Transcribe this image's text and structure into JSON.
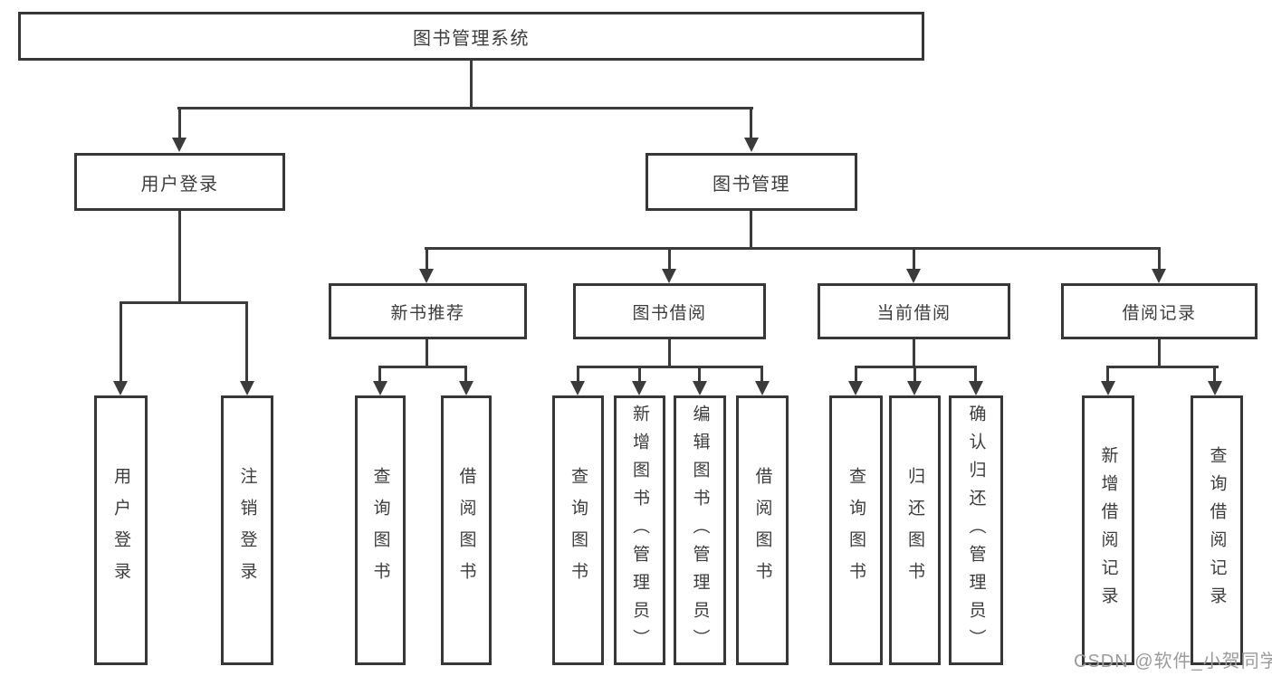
{
  "diagram": {
    "root": {
      "label": "图书管理系统"
    },
    "level2": {
      "userLogin": {
        "label": "用户登录",
        "children": {
          "login": "用户登录",
          "logout": "注销登录"
        }
      },
      "bookManagement": {
        "label": "图书管理",
        "children": {
          "recommend": {
            "label": "新书推荐",
            "children": {
              "query": "查询图书",
              "borrow": "借阅图书"
            }
          },
          "borrowing": {
            "label": "图书借阅",
            "children": {
              "query": "查询图书",
              "add": "新增图书（管理员）",
              "edit": "编辑图书（管理员）",
              "borrow": "借阅图书"
            }
          },
          "current": {
            "label": "当前借阅",
            "children": {
              "query": "查询图书",
              "return": "归还图书",
              "confirm": "确认归还（管理员）"
            }
          },
          "records": {
            "label": "借阅记录",
            "children": {
              "add": "新增借阅记录",
              "query": "查询借阅记录"
            }
          }
        }
      }
    }
  },
  "watermark": {
    "text": "CSDN @软件_小贺同学"
  },
  "colors": {
    "line": "#3b3b3b",
    "border": "#373737",
    "text": "#3d3d3d",
    "watermark": "#9b9b9b",
    "background": "#ffffff"
  }
}
